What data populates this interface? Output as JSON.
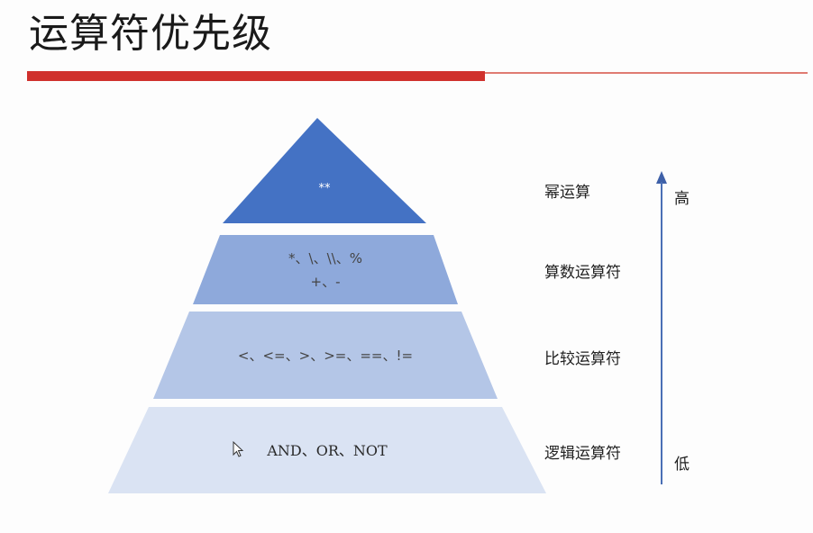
{
  "slide": {
    "title": "运算符优先级"
  },
  "pyramid": {
    "tiers": [
      {
        "id": "power",
        "lines": [
          "**"
        ],
        "label": "幂运算",
        "color": "#4472c4"
      },
      {
        "id": "arithmetic",
        "lines": [
          "*、\\、\\\\、%",
          "+、-"
        ],
        "label": "算数运算符",
        "color": "#8ea9db"
      },
      {
        "id": "comparison",
        "lines": [
          "<、<=、>、>=、==、!="
        ],
        "label": "比较运算符",
        "color": "#b4c6e7"
      },
      {
        "id": "logical",
        "lines": [
          "AND、OR、NOT"
        ],
        "label": "逻辑运算符",
        "color": "#dae3f3"
      }
    ]
  },
  "scale": {
    "high": "高",
    "low": "低",
    "arrow_color": "#3e60a8"
  },
  "colors": {
    "title_bar": "#d0312d"
  }
}
